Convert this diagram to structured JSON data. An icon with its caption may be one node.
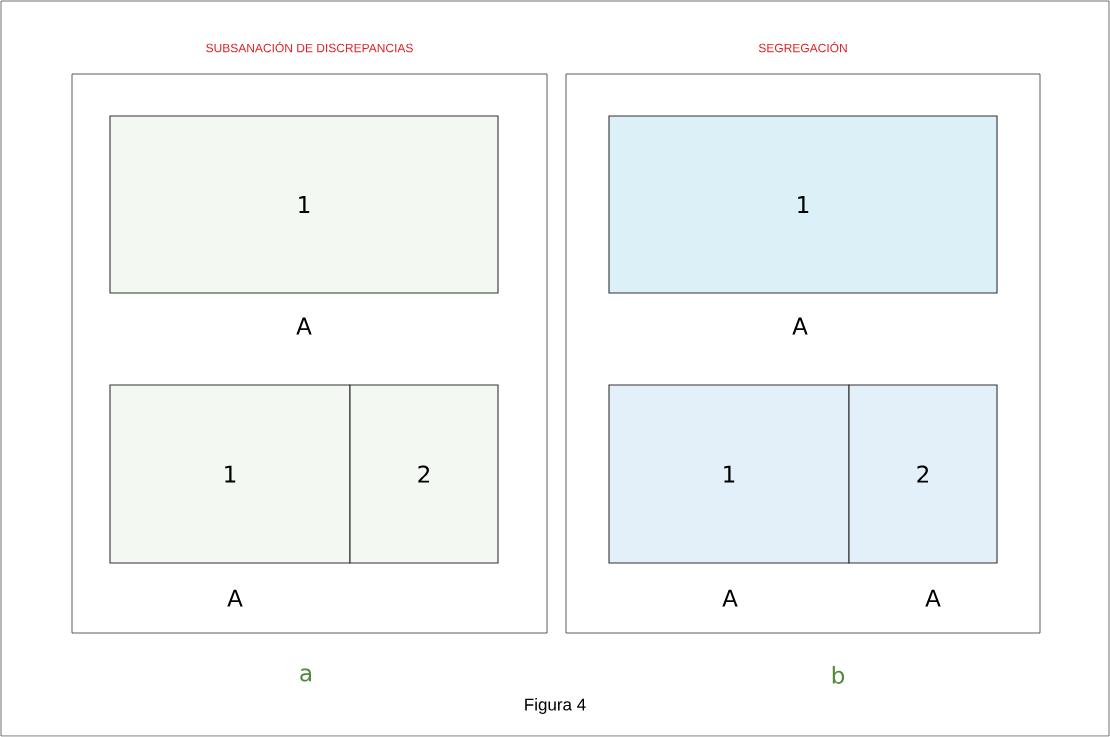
{
  "diagram": {
    "caption": "Figura 4",
    "nodes": [
      {
        "text": [
          "SUBSANACIÓN DE DISCREPANCIAS"
        ],
        "beside": [
          "a"
        ]
      },
      {
        "text": [
          "1"
        ],
        "in": 0,
        "beside": [
          "A"
        ]
      },
      {
        "text": [
          "1"
        ],
        "in": 0,
        "beside": [
          "A"
        ]
      },
      {
        "text": [
          "2"
        ],
        "in": 0
      },
      {
        "text": [
          "SEGREGACIÓN"
        ],
        "beside": [
          "b"
        ]
      },
      {
        "text": [
          "1"
        ],
        "in": 4,
        "beside": [
          "A"
        ]
      },
      {
        "text": [
          "1"
        ],
        "in": 4,
        "beside": [
          "A"
        ]
      },
      {
        "text": [
          "2"
        ],
        "in": 4,
        "beside": [
          "A"
        ]
      }
    ]
  }
}
